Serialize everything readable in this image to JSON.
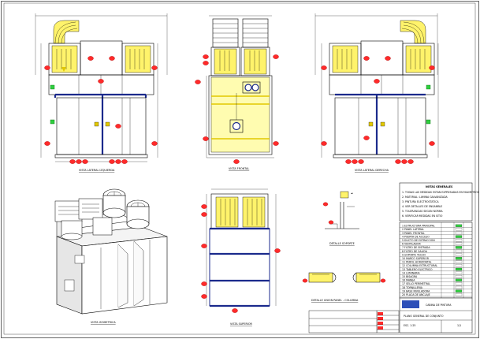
{
  "drawing": {
    "caption_front_left": "VISTA LATERAL IZQUIERDA",
    "caption_front_center": "VISTA FRONTAL",
    "caption_front_right": "VISTA LATERAL DERECHA",
    "caption_iso": "VISTA ISOMETRICA",
    "caption_top": "VISTA SUPERIOR",
    "caption_detail_top": "DETALLE SOPORTE",
    "caption_detail_joint": "DETALLE UNION PANEL - COLUMNA"
  },
  "notes": {
    "title": "NOTAS GENERALES",
    "lines": [
      "1. TODAS LAS MEDIDAS ESTAN EXPRESADAS EN MILIMETROS",
      "2. MATERIAL: LAMINA GALVANIZADA",
      "3. PINTURA ELECTROSTATICA",
      "4. VER DETALLES DE ENSAMBLE",
      "5. TOLERANCIAS SEGUN NORMA",
      "6. VERIFICAR MEDIDAS EN SITIO"
    ]
  },
  "parts_table": {
    "rows": [
      "1 ESTRUCTURA PRINCIPAL",
      "2 PANEL LATERAL",
      "3 PANEL FRONTAL",
      "4 PUERTA DE ACCESO",
      "5 DUCTO DE EXTRACCION",
      "6 VENTILADOR",
      "7 FILTRO DE ENTRADA",
      "8 FILTRO DE SALIDA",
      "9 SOPORTE TECHO",
      "10 MARCO SUPERIOR",
      "11 PERFIL HORIZONTAL",
      "12 COLUMNA ESTRUCTURAL",
      "13 TABLERO ELECTRICO",
      "14 LUMINARIA",
      "15 BISAGRA",
      "16 MANIJA",
      "17 SELLO PERIMETRAL",
      "18 TORNILLERIA",
      "19 BASE NIVELADORA",
      "20 PLACA DE ANCLAJE"
    ]
  },
  "title_block": {
    "project": "CABINA DE PINTURA",
    "drawing": "PLANO GENERAL DE CONJUNTO",
    "scale": "ESC. 1:25",
    "sheet": "1/1"
  },
  "colors": {
    "accent_red": "#ff2a2a",
    "frame_navy": "#1b2a8c",
    "filter_yellow": "#fff36b",
    "indicator_green": "#2fcf3f",
    "logo_blue": "#2d4fb8"
  }
}
